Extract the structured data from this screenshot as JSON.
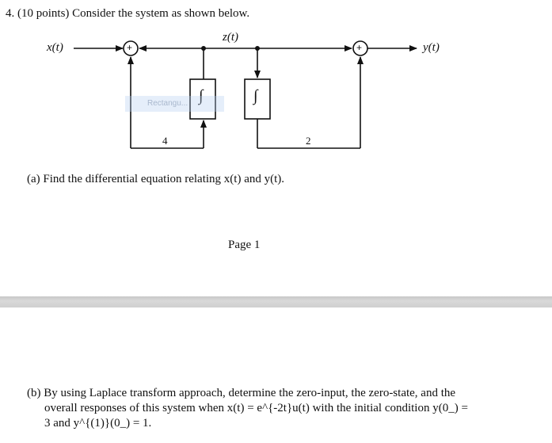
{
  "problem": {
    "header": "4. (10 points) Consider the system as shown below.",
    "part_a": "(a) Find the differential equation relating x(t) and y(t).",
    "page_label": "Page 1",
    "part_b": {
      "line1": "(b) By using Laplace transform approach, determine the zero-input, the zero-state, and the",
      "line2": "overall responses of this system when x(t) = e^{-2t}u(t) with the initial condition y(0_) =",
      "line3": "3 and y^{(1)}(0_) = 1."
    }
  },
  "diagram": {
    "input_label": "x(t)",
    "output_label": "y(t)",
    "node_label": "z(t)",
    "integrator_symbol": "∫",
    "sum_symbol": "+",
    "gain_left": "4",
    "gain_right": "2"
  },
  "overlay": {
    "label": "Rectangu..."
  }
}
